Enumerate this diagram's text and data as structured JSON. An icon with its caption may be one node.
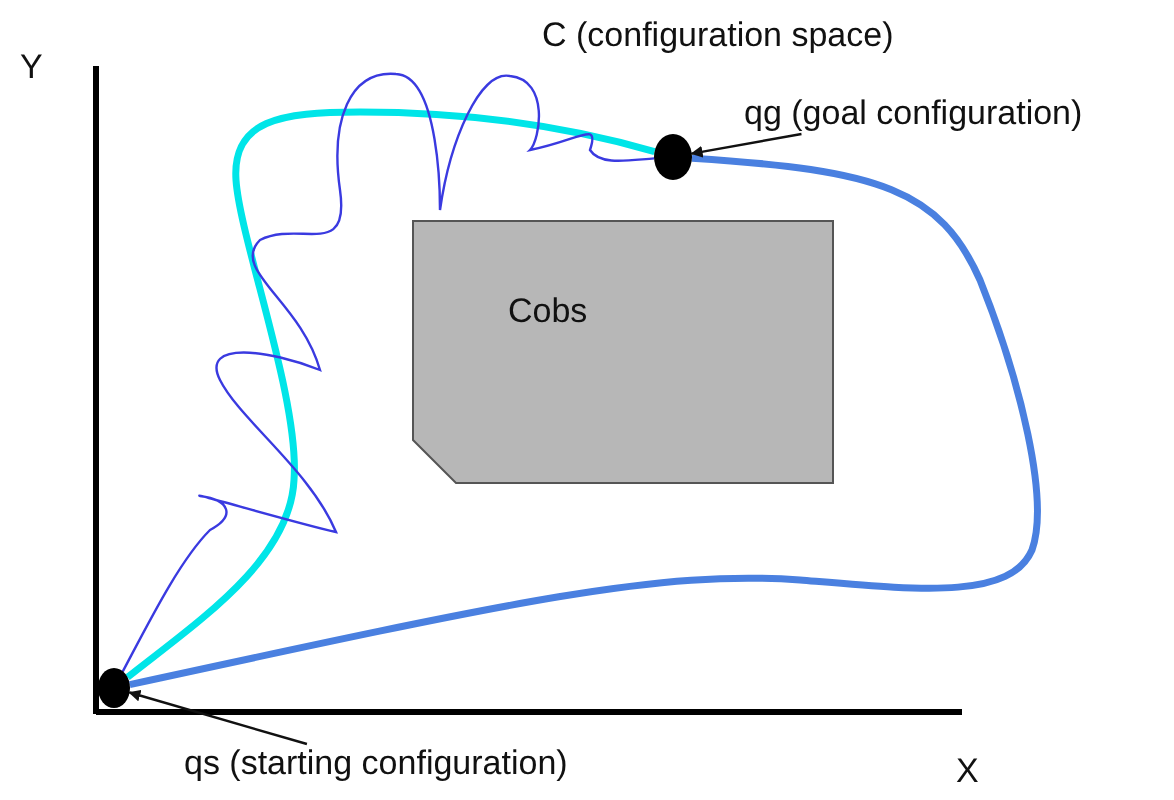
{
  "diagram": {
    "nodes": [
      {
        "text": [
          "Cobs"
        ]
      },
      {
        "text": [],
        "shape": "circle"
      },
      {
        "text": [],
        "shape": "circle"
      },
      {
        "text": [
          "qg (goal configuration)"
        ]
      },
      {
        "text": [
          "qs (starting configuration)"
        ]
      }
    ],
    "edges": [
      {
        "from": 1,
        "to": 2,
        "arrow": "none",
        "style": "thick",
        "color": "#00e5e8"
      },
      {
        "from": 1,
        "to": 2,
        "arrow": "none",
        "color": "#3a3ae0"
      },
      {
        "from": 1,
        "to": 2,
        "arrow": "none",
        "style": "thick",
        "color": "#4a80e0"
      },
      {
        "from": 3,
        "to": 2,
        "arrow": "to"
      },
      {
        "from": 4,
        "to": 1,
        "arrow": "to"
      }
    ],
    "labels": [
      "Y",
      "C (configuration space)",
      "X"
    ]
  }
}
